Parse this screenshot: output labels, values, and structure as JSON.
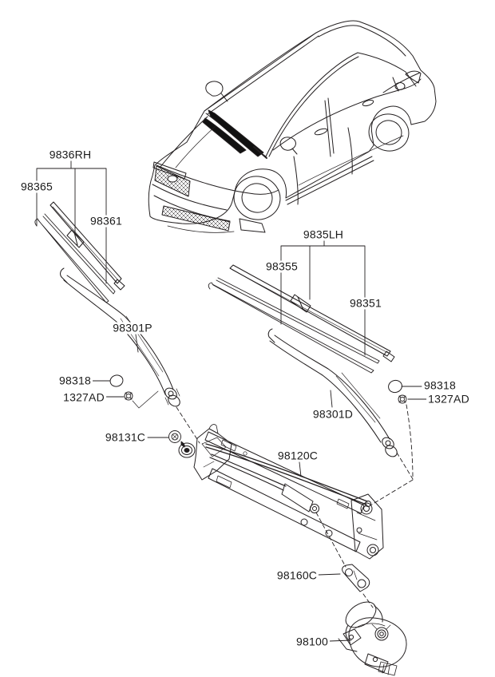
{
  "diagram": {
    "type": "vehicle-parts-exploded-view",
    "vehicle": "sedan-front-three-quarter-line-art",
    "line_color": "#231f20",
    "background_color": "#ffffff"
  },
  "parts": {
    "blade_rh_group": "9836RH",
    "blade_rh_refill": "98365",
    "blade_rh_blade": "98361",
    "arm_passenger": "98301P",
    "cap_left": "98318",
    "nut_left": "1327AD",
    "pivot_cap": "98131C",
    "blade_lh_group": "9835LH",
    "blade_lh_refill": "98355",
    "blade_lh_blade": "98351",
    "arm_driver": "98301D",
    "cap_right": "98318",
    "nut_right": "1327AD",
    "linkage_assembly": "98120C",
    "mount_bracket": "98160C",
    "wiper_motor": "98100"
  }
}
